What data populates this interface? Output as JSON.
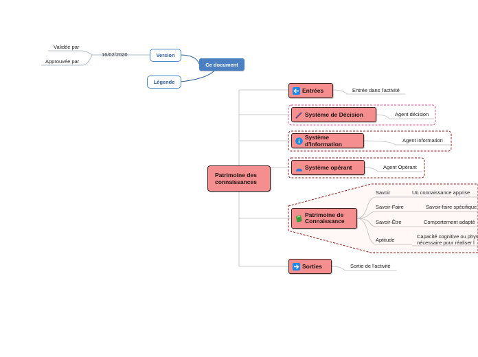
{
  "document": {
    "label": "Ce document",
    "version": {
      "label": "Version",
      "date": "16/02/2020",
      "validated_by": "Validée par",
      "approved_by": "Approuvée par"
    },
    "legend": {
      "label": "Légende"
    }
  },
  "root": {
    "line1": "Patrimoine des",
    "line2": "connaissances"
  },
  "categories": [
    {
      "label": "Entrées",
      "icon": "left-arrow-icon",
      "detail": "Entrée dans l'activité"
    },
    {
      "label": "Système de Décision",
      "icon": "pencil-icon",
      "detail": "Agent décision",
      "frame_color": "#e04a8c"
    },
    {
      "label": "Système d'Information",
      "icon": "info-icon",
      "detail": "Agent information",
      "frame_color": "#8a1a1a"
    },
    {
      "label": "Système opérant",
      "icon": "person-icon",
      "detail": "Agent Opérant",
      "frame_color": "#8a1a1a"
    },
    {
      "label_line1": "Patrimoine de",
      "label_line2": "Connaissance",
      "icon": "book-icon",
      "frame_color": "#8a1a1a",
      "children": [
        {
          "label": "Savoir",
          "detail": "Un connaissance apprise"
        },
        {
          "label": "Savoir-Faire",
          "detail": "Savoir-faire spécifique"
        },
        {
          "label": "Savoir-Être",
          "detail": "Comportement adapté"
        },
        {
          "label": "Aptitude",
          "detail_line1": "Capacité cognitive ou physique",
          "detail_line2": "nécessaire pour réaliser l"
        }
      ]
    },
    {
      "label": "Sorties",
      "icon": "right-arrow-icon",
      "detail": "Sortie de l'activité"
    }
  ],
  "colors": {
    "category_fill": "#f58f8f",
    "document_fill": "#4a7fc1",
    "version_border": "#4a86c8",
    "connector": "#bbbbbb"
  }
}
